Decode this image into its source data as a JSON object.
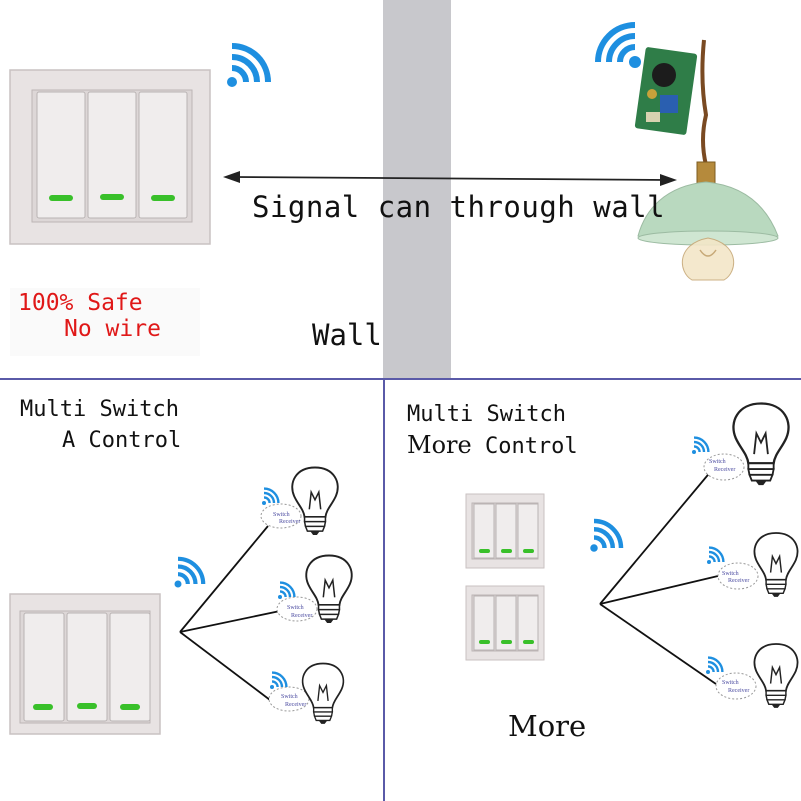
{
  "colors": {
    "wifi": "#1e8fe0",
    "accent_red": "#e01818",
    "divider": "#5a5aa8",
    "wall": "#c8c8cc",
    "led": "#39c02a"
  },
  "top": {
    "signal_text": "Signal can through wall",
    "wall_label": "Wall",
    "safe_line1": "100% Safe",
    "safe_line2": "No wire"
  },
  "left_panel": {
    "title_line1": "Multi Switch",
    "title_line2": "A Control"
  },
  "right_panel": {
    "title_line1": "Multi Switch",
    "title_line2_a": "More",
    "title_line2_b": "Control",
    "more_label": "More"
  },
  "receiver": {
    "line1": "Switch",
    "line2": "Receiver"
  },
  "icons": [
    "wifi-icon",
    "light-bulb-icon",
    "wall-switch-icon",
    "pendant-lamp-icon",
    "receiver-module-icon",
    "double-arrow-icon"
  ]
}
